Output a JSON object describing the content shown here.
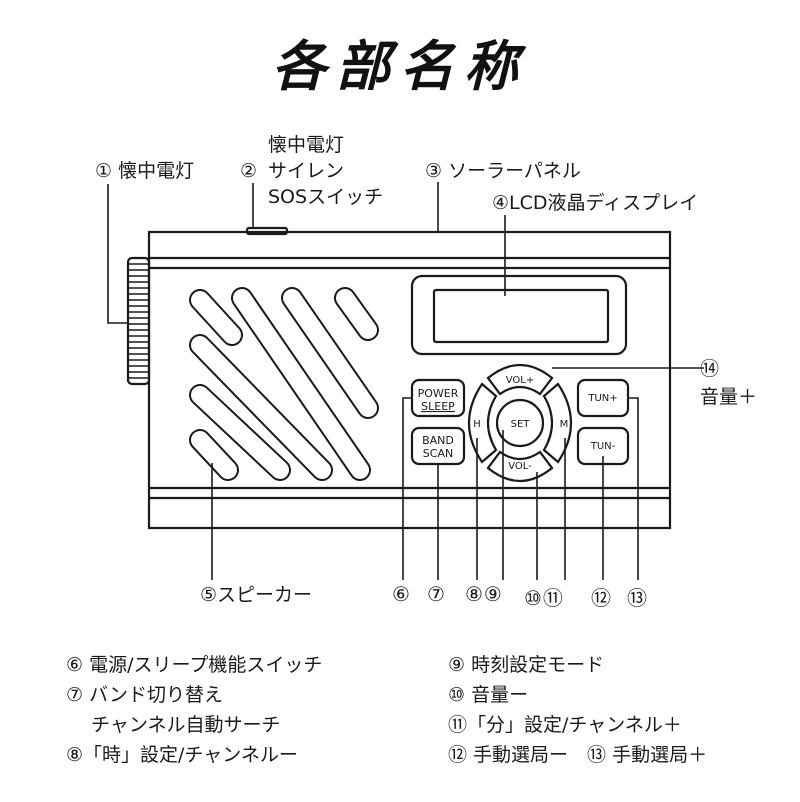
{
  "title": "各部名称",
  "labels": {
    "l1": "① 懐中電灯",
    "l2_num": "②",
    "l2_lines": [
      "懐中電灯",
      "サイレン",
      "SOSスイッチ"
    ],
    "l3": "③ ソーラーパネル",
    "l4": "④LCD液晶ディスプレイ",
    "l5": "⑤スピーカー",
    "l14_num": "⑭",
    "l14_text": "音量＋"
  },
  "bottom_numbers": [
    "⑥",
    "⑦",
    "⑧⑨",
    "⑩⑪",
    "⑫",
    "⑬"
  ],
  "buttons": {
    "power": "POWER",
    "sleep": "SLEEP",
    "band": "BAND",
    "scan": "SCAN",
    "volup": "VOL+",
    "voldown": "VOL-",
    "h": "H",
    "m": "M",
    "set": "SET",
    "tunup": "TUN+",
    "tundown": "TUN-"
  },
  "legend": {
    "left": [
      "⑥ 電源/スリープ機能スイッチ",
      "⑦ バンド切り替え",
      "　 チャンネル自動サーチ",
      "⑧「時」設定/チャンネルー"
    ],
    "right": [
      "⑨ 時刻設定モード",
      "⑩ 音量ー",
      "⑪「分」設定/チャンネル＋",
      "⑫ 手動選局ー　⑬ 手動選局＋"
    ]
  }
}
